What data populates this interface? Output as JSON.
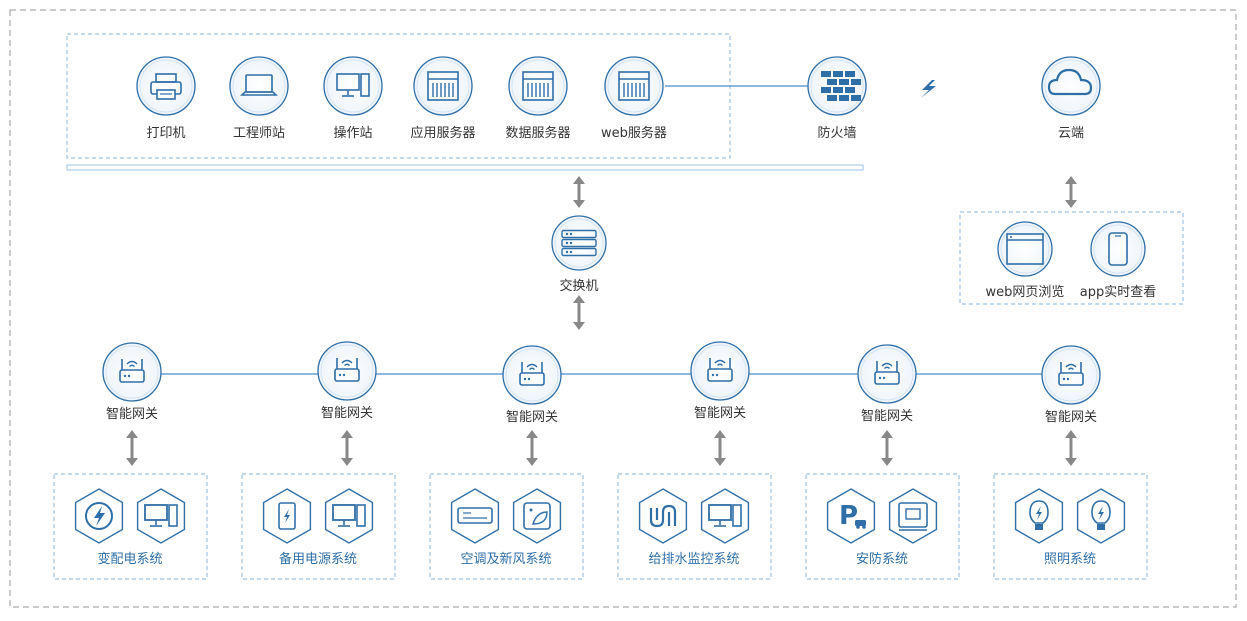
{
  "top_devices": [
    {
      "id": "printer",
      "label": "打印机",
      "icon": "printer-icon"
    },
    {
      "id": "engineer",
      "label": "工程师站",
      "icon": "laptop-icon"
    },
    {
      "id": "operator",
      "label": "操作站",
      "icon": "desktop-icon"
    },
    {
      "id": "app_server",
      "label": "应用服务器",
      "icon": "server-icon"
    },
    {
      "id": "db_server",
      "label": "数据服务器",
      "icon": "server-icon"
    },
    {
      "id": "web_server",
      "label": "web服务器",
      "icon": "server-icon"
    }
  ],
  "firewall": {
    "label": "防火墙",
    "icon": "firewall-icon"
  },
  "cloud": {
    "label": "云端",
    "icon": "cloud-icon"
  },
  "clients": [
    {
      "label": "web网页浏览",
      "icon": "browser-window-icon"
    },
    {
      "label": "app实时查看",
      "icon": "mobile-phone-icon"
    }
  ],
  "switch": {
    "label": "交换机",
    "icon": "network-switch-icon"
  },
  "gateways": [
    {
      "label": "智能网关"
    },
    {
      "label": "智能网关"
    },
    {
      "label": "智能网关"
    },
    {
      "label": "智能网关"
    },
    {
      "label": "智能网关"
    },
    {
      "label": "智能网关"
    }
  ],
  "subsystems": [
    {
      "label": "变配电系统",
      "icons": [
        "lightning-icon",
        "monitor-icon"
      ]
    },
    {
      "label": "备用电源系统",
      "icons": [
        "battery-icon",
        "monitor-icon"
      ]
    },
    {
      "label": "空调及新风系统",
      "icons": [
        "air-conditioner-icon",
        "fresh-air-icon"
      ]
    },
    {
      "label": "给排水监控系统",
      "icons": [
        "water-pipe-icon",
        "monitor-icon"
      ]
    },
    {
      "label": "安防系统",
      "icons": [
        "parking-icon",
        "access-control-icon"
      ]
    },
    {
      "label": "照明系统",
      "icons": [
        "light-bulb-icon",
        "light-bulb-icon"
      ]
    }
  ],
  "colors": {
    "primary": "#2f6fa8",
    "line": "#4a8fc9",
    "arrow": "#888888",
    "dash": "#9ec3e6"
  }
}
